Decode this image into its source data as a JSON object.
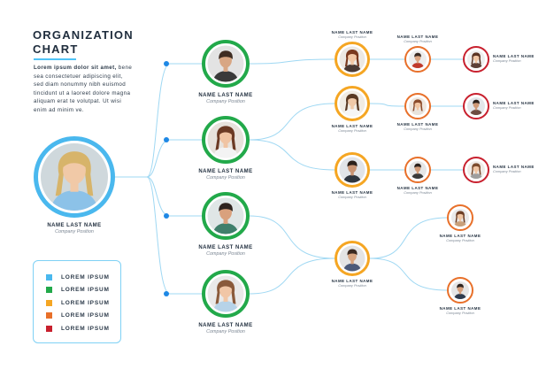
{
  "header": {
    "title_line1": "ORGANIZATION",
    "title_line2": "CHART",
    "description_bold": "Lorem ipsum dolor sit amet,",
    "description_rest": " bene sea consectetuer adipiscing elit, sed diam nonummy nibh euismod tincidunt ut a laoreet dolore magna aliquam erat te volutpat. Ut wisi enim ad minim ve."
  },
  "colors": {
    "level_ceo": "#4ab8ee",
    "level_managers": "#22a94a",
    "level_leads": "#f5a623",
    "level_staff": "#e8702a",
    "level_juniors": "#c8202e",
    "connector": "#9fd8f3",
    "connector_dot": "#1e88e5"
  },
  "people": [
    {
      "id": "ceo",
      "name": "NAME LAST NAME",
      "position": "Company Position",
      "level": "ceo"
    },
    {
      "id": "m1",
      "name": "NAME LAST NAME",
      "position": "Company Position",
      "level": "managers"
    },
    {
      "id": "m2",
      "name": "NAME LAST NAME",
      "position": "Company Position",
      "level": "managers"
    },
    {
      "id": "m3",
      "name": "NAME LAST NAME",
      "position": "Company Position",
      "level": "managers"
    },
    {
      "id": "m4",
      "name": "NAME LAST NAME",
      "position": "Company Position",
      "level": "managers"
    },
    {
      "id": "l1",
      "name": "NAME LAST NAME",
      "position": "Company Position",
      "level": "leads"
    },
    {
      "id": "l2",
      "name": "NAME LAST NAME",
      "position": "Company Position",
      "level": "leads"
    },
    {
      "id": "l3",
      "name": "NAME LAST NAME",
      "position": "Company Position",
      "level": "leads"
    },
    {
      "id": "l4",
      "name": "NAME LAST NAME",
      "position": "Company Position",
      "level": "leads"
    },
    {
      "id": "s1",
      "name": "NAME LAST NAME",
      "position": "Company Position",
      "level": "staff"
    },
    {
      "id": "s2",
      "name": "NAME LAST NAME",
      "position": "Company Position",
      "level": "staff"
    },
    {
      "id": "s3",
      "name": "NAME LAST NAME",
      "position": "Company Position",
      "level": "staff"
    },
    {
      "id": "s4",
      "name": "NAME LAST NAME",
      "position": "Company Position",
      "level": "staff"
    },
    {
      "id": "s5",
      "name": "NAME LAST NAME",
      "position": "Company Position",
      "level": "staff"
    },
    {
      "id": "j1",
      "name": "NAME LAST NAME",
      "position": "Company Position",
      "level": "juniors"
    },
    {
      "id": "j2",
      "name": "NAME LAST NAME",
      "position": "Company Position",
      "level": "juniors"
    },
    {
      "id": "j3",
      "name": "NAME LAST NAME",
      "position": "Company Position",
      "level": "juniors"
    }
  ],
  "legend": [
    {
      "label": "LOREM IPSUM",
      "color": "#4ab8ee"
    },
    {
      "label": "LOREM IPSUM",
      "color": "#22a94a"
    },
    {
      "label": "LOREM IPSUM",
      "color": "#f5a623"
    },
    {
      "label": "LOREM IPSUM",
      "color": "#e8702a"
    },
    {
      "label": "LOREM IPSUM",
      "color": "#c8202e"
    }
  ]
}
